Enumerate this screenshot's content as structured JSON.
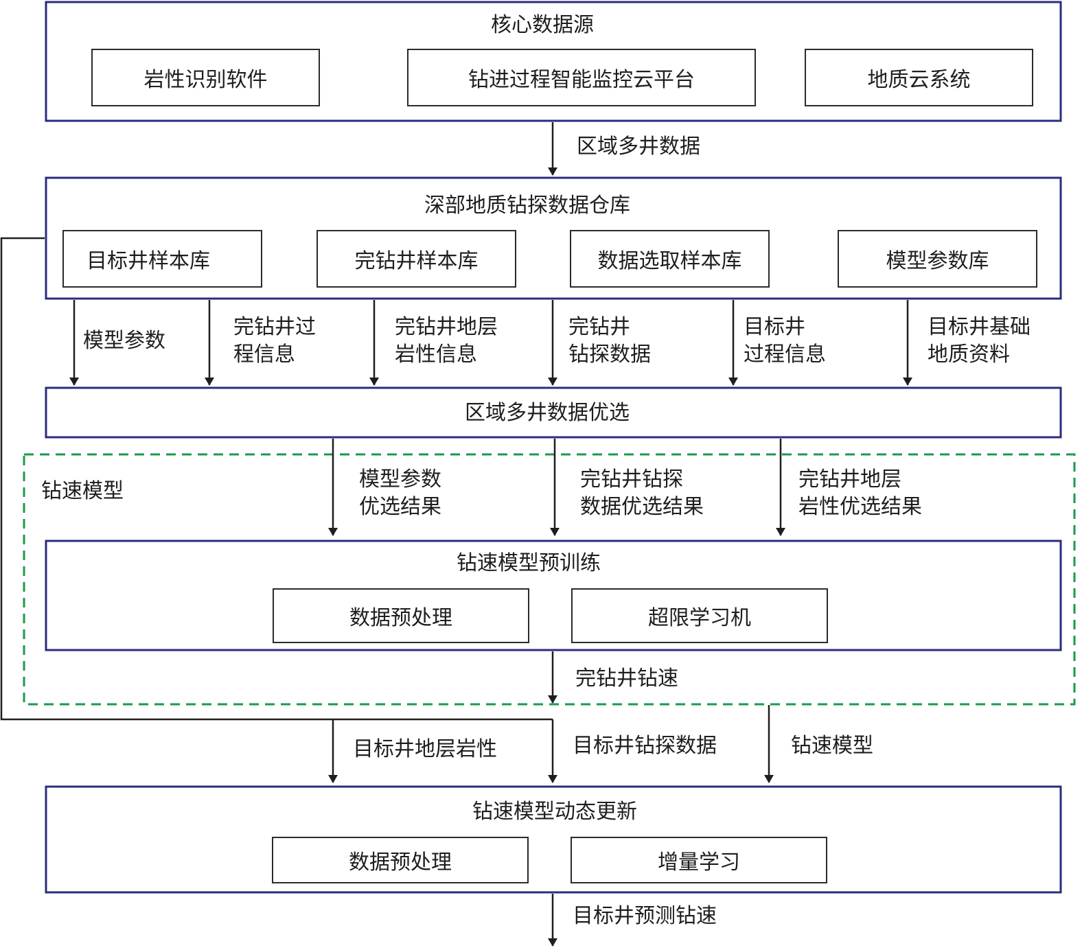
{
  "colors": {
    "frame": "#2b2c7c",
    "inner_border": "#2a2a2a",
    "arrow": "#1e1e1e",
    "dashed_region": "#1a9a4a"
  },
  "core_sources": {
    "title": "核心数据源",
    "items": [
      "岩性识别软件",
      "钻进过程智能监控云平台",
      "地质云系统"
    ]
  },
  "flow1_label": "区域多井数据",
  "warehouse": {
    "title": "深部地质钻探数据仓库",
    "items": [
      "目标井样本库",
      "完钻井样本库",
      "数据选取样本库",
      "模型参数库"
    ]
  },
  "warehouse_outputs": [
    [
      "模型参数"
    ],
    [
      "完钻井过",
      "程信息"
    ],
    [
      "完钻井地层",
      "岩性信息"
    ],
    [
      "完钻井",
      "钻探数据"
    ],
    [
      "目标井",
      "过程信息"
    ],
    [
      "目标井基础",
      "地质资料"
    ]
  ],
  "selection": {
    "title": "区域多井数据优选"
  },
  "drill_model_region_label": "钻速模型",
  "selection_outputs": [
    [
      "模型参数",
      "优选结果"
    ],
    [
      "完钻井钻探",
      "数据优选结果"
    ],
    [
      "完钻井地层",
      "岩性优选结果"
    ]
  ],
  "pretrain": {
    "title": "钻速模型预训练",
    "items": [
      "数据预处理",
      "超限学习机"
    ]
  },
  "pretrain_output": "完钻井钻速",
  "update_inputs": [
    "目标井地层岩性",
    "目标井钻探数据",
    "钻速模型"
  ],
  "update": {
    "title": "钻速模型动态更新",
    "items": [
      "数据预处理",
      "增量学习"
    ]
  },
  "final_output": "目标井预测钻速"
}
